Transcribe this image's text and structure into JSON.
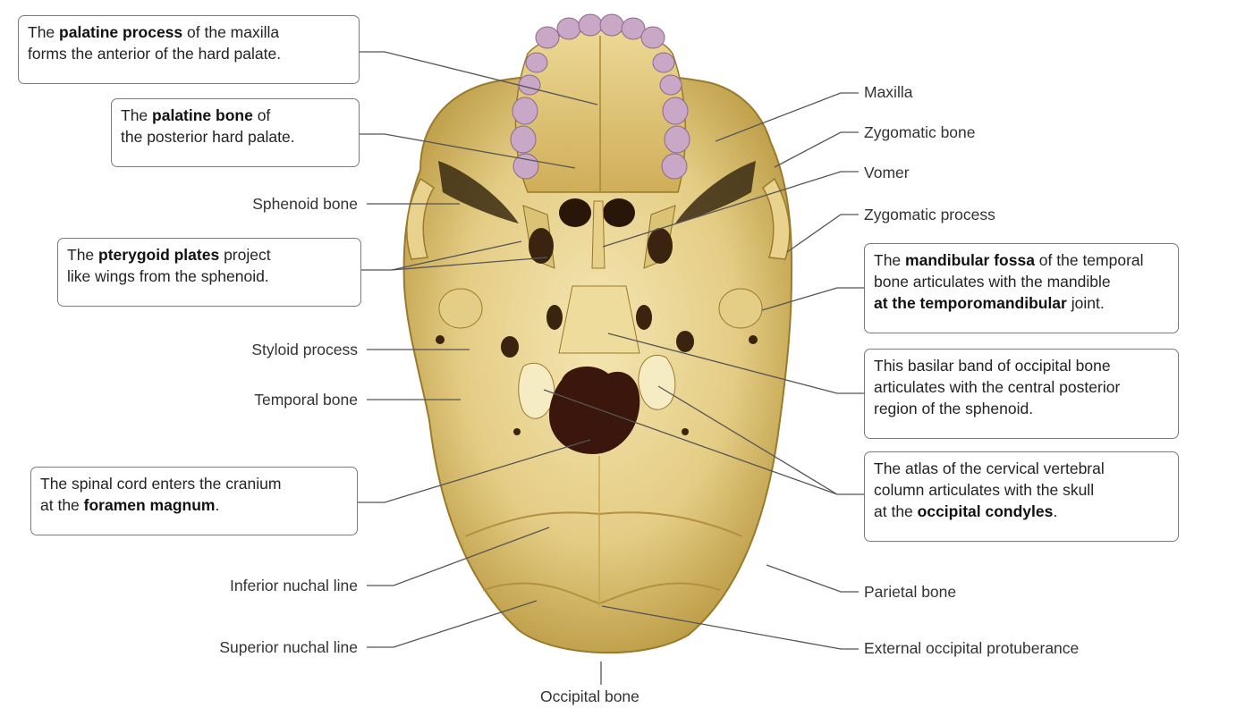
{
  "colors": {
    "bone_light": "#f2e2a9",
    "bone_mid": "#d9bd6a",
    "bone_dark": "#a88733",
    "teeth": "#c9a7c6",
    "foramen": "#3b160d",
    "leader": "#555555"
  },
  "callouts": {
    "palatine_process": {
      "line1_pre": "The ",
      "line1_bold": "palatine process",
      "line1_post": " of the maxilla",
      "line2": "forms the anterior of the hard palate."
    },
    "palatine_bone": {
      "line1_pre": "The ",
      "line1_bold": "palatine bone",
      "line1_post": " of",
      "line2": "the posterior hard palate."
    },
    "pterygoid": {
      "line1_pre": "The ",
      "line1_bold": "pterygoid plates",
      "line1_post": " project",
      "line2": "like wings from the sphenoid."
    },
    "foramen_magnum": {
      "line1": "The spinal cord enters the cranium",
      "line2_pre": "at the ",
      "line2_bold": "foramen magnum",
      "line2_post": "."
    },
    "mandibular_fossa": {
      "line1_pre": "The ",
      "line1_bold": "mandibular fossa",
      "line1_post": " of the temporal",
      "line2": "bone articulates with the mandible",
      "line3_bold": "at the temporomandibular",
      "line3_post": " joint."
    },
    "basilar": {
      "line1": "This basilar band of occipital bone",
      "line2": "articulates with the central posterior",
      "line3": "region of the sphenoid."
    },
    "atlas": {
      "line1": "The atlas of the cervical vertebral",
      "line2": "column articulates with the skull",
      "line3_pre": "at the ",
      "line3_bold": "occipital condyles",
      "line3_post": "."
    }
  },
  "labels": {
    "sphenoid_bone": "Sphenoid bone",
    "styloid_process": "Styloid process",
    "temporal_bone": "Temporal bone",
    "inferior_nuchal_line": "Inferior nuchal line",
    "superior_nuchal_line": "Superior nuchal line",
    "occipital_bone": "Occipital bone",
    "maxilla": "Maxilla",
    "zygomatic_bone": "Zygomatic bone",
    "vomer": "Vomer",
    "zygomatic_process": "Zygomatic process",
    "parietal_bone": "Parietal bone",
    "external_occipital_protuberance": "External occipital protuberance"
  }
}
